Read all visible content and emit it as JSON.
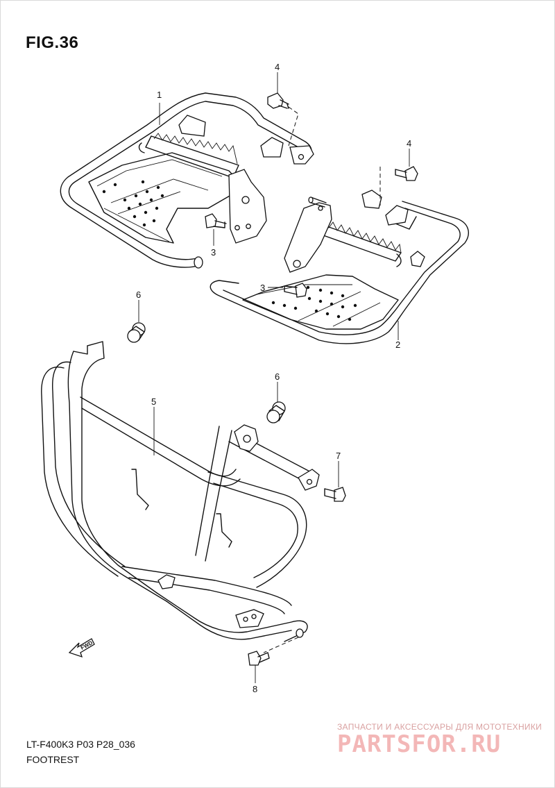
{
  "figure": {
    "title": "FIG.36",
    "model_code": "LT-F400K3 P03 P28_036",
    "caption": "FOOTREST"
  },
  "callouts": [
    "1",
    "2",
    "3",
    "3",
    "4",
    "4",
    "5",
    "6",
    "6",
    "7",
    "8"
  ],
  "direction_arrow": {
    "label": "FWD"
  },
  "watermark": {
    "tagline": "ЗАПЧАСТИ И АКСЕССУАРЫ ДЛЯ МОТОТЕХНИКИ",
    "logo": "PARTSFOR.RU"
  }
}
